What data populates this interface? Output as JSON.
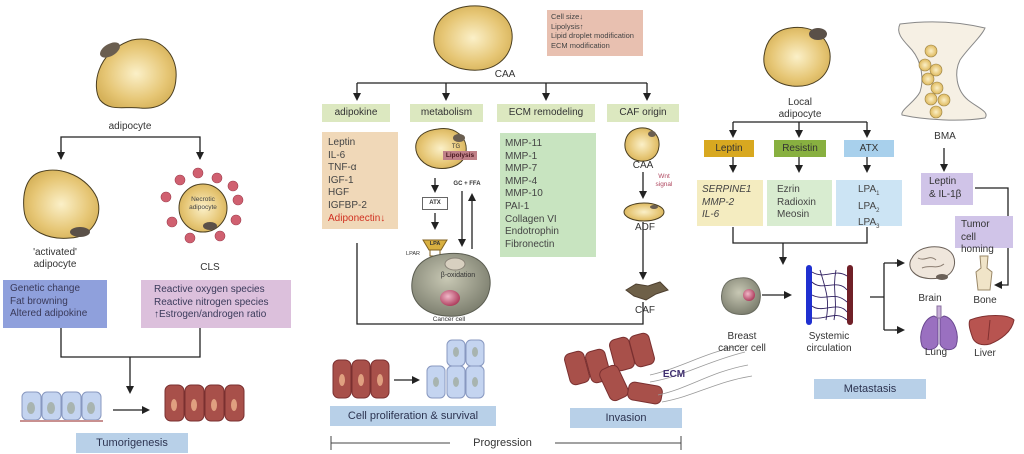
{
  "left_panel": {
    "adipocyte_label": "adipocyte",
    "activated_label_line1": "'activated'",
    "activated_label_line2": "adipocyte",
    "necrotic_label_line1": "Necrotic",
    "necrotic_label_line2": "adipocyte",
    "cls_label": "CLS",
    "activated_effects": [
      "Genetic change",
      "Fat browning",
      "Altered adipokine"
    ],
    "cls_effects": [
      "Reactive oxygen species",
      "Reactive nitrogen species",
      "↑Estrogen/androgen ratio"
    ],
    "stage_label": "Tumorigenesis",
    "colors": {
      "activated_box": "#8fa0dc",
      "cls_box": "#dcc0dc",
      "stage": "#b8d0e8"
    }
  },
  "center_panel": {
    "caa_label": "CAA",
    "caa_changes": [
      "Cell size↓",
      "Lipolysis↑",
      "Lipid droplet modification",
      "ECM modification"
    ],
    "categories": [
      {
        "label": "adipokine"
      },
      {
        "label": "metabolism"
      },
      {
        "label": "ECM remodeling"
      },
      {
        "label": "CAF origin"
      }
    ],
    "adipokines": [
      "Leptin",
      "IL-6",
      "TNF-α",
      "IGF-1",
      "HGF",
      "IGFBP-2"
    ],
    "adipokine_down": "Adiponectin↓",
    "metabolism": {
      "tg": "TG",
      "lipolysis": "Lipolysis",
      "gc_ffa": "GC + FFA",
      "atx": "ATX",
      "lpa": "LPA",
      "lpar": "LPAR",
      "beta_oxidation": "β-oxidation",
      "cancer_cell": "Cancer cell"
    },
    "ecm_factors": [
      "MMP-11",
      "MMP-1",
      "MMP-7",
      "MMP-4",
      "MMP-10",
      "PAI-1",
      "Collagen VI",
      "Endotrophin",
      "Fibronectin"
    ],
    "caf_origin": {
      "caa": "CAA",
      "wnt_line1": "Wnt",
      "wnt_line2": "signal",
      "adf": "ADF",
      "caf": "CAF"
    },
    "stage_proliferation": "Cell proliferation & survival",
    "stage_invasion": "Invasion",
    "ecm_label": "ECM",
    "progression_label": "Progression",
    "colors": {
      "caa_box": "#e8c0b0",
      "adipokine_box": "#f0d8b8",
      "ecm_box": "#c8e4c0",
      "category_header": "#dce8c0",
      "adiponectin": "#d03020"
    }
  },
  "right_panel": {
    "local_adipocyte_line1": "Local",
    "local_adipocyte_line2": "adipocyte",
    "bma_label": "BMA",
    "mediators": [
      {
        "label": "Leptin",
        "color": "#d8a820"
      },
      {
        "label": "Resistin",
        "color": "#88b040"
      },
      {
        "label": "ATX",
        "color": "#a8d0ec"
      }
    ],
    "leptin_targets": [
      "SERPINE1",
      "MMP-2",
      "IL-6"
    ],
    "resistin_targets": [
      "Ezrin",
      "Radioxin",
      "Meosin"
    ],
    "atx_targets": [
      {
        "base": "LPA",
        "sub": "1"
      },
      {
        "base": "LPA",
        "sub": "2"
      },
      {
        "base": "LPA",
        "sub": "3"
      }
    ],
    "bma_factors_line1": "Leptin",
    "bma_factors_line2": "& IL-1β",
    "homing_line1": "Tumor cell",
    "homing_line2": "homing",
    "breast_cancer_line1": "Breast",
    "breast_cancer_line2": "cancer cell",
    "circulation_line1": "Systemic",
    "circulation_line2": "circulation",
    "organs": [
      "Brain",
      "Bone",
      "Lung",
      "Liver"
    ],
    "stage_label": "Metastasis",
    "colors": {
      "leptin_target_box": "#f4ecc0",
      "resistin_target_box": "#d8ecd0",
      "atx_target_box": "#cce4f4",
      "bma_box": "#d0c4e8"
    }
  }
}
